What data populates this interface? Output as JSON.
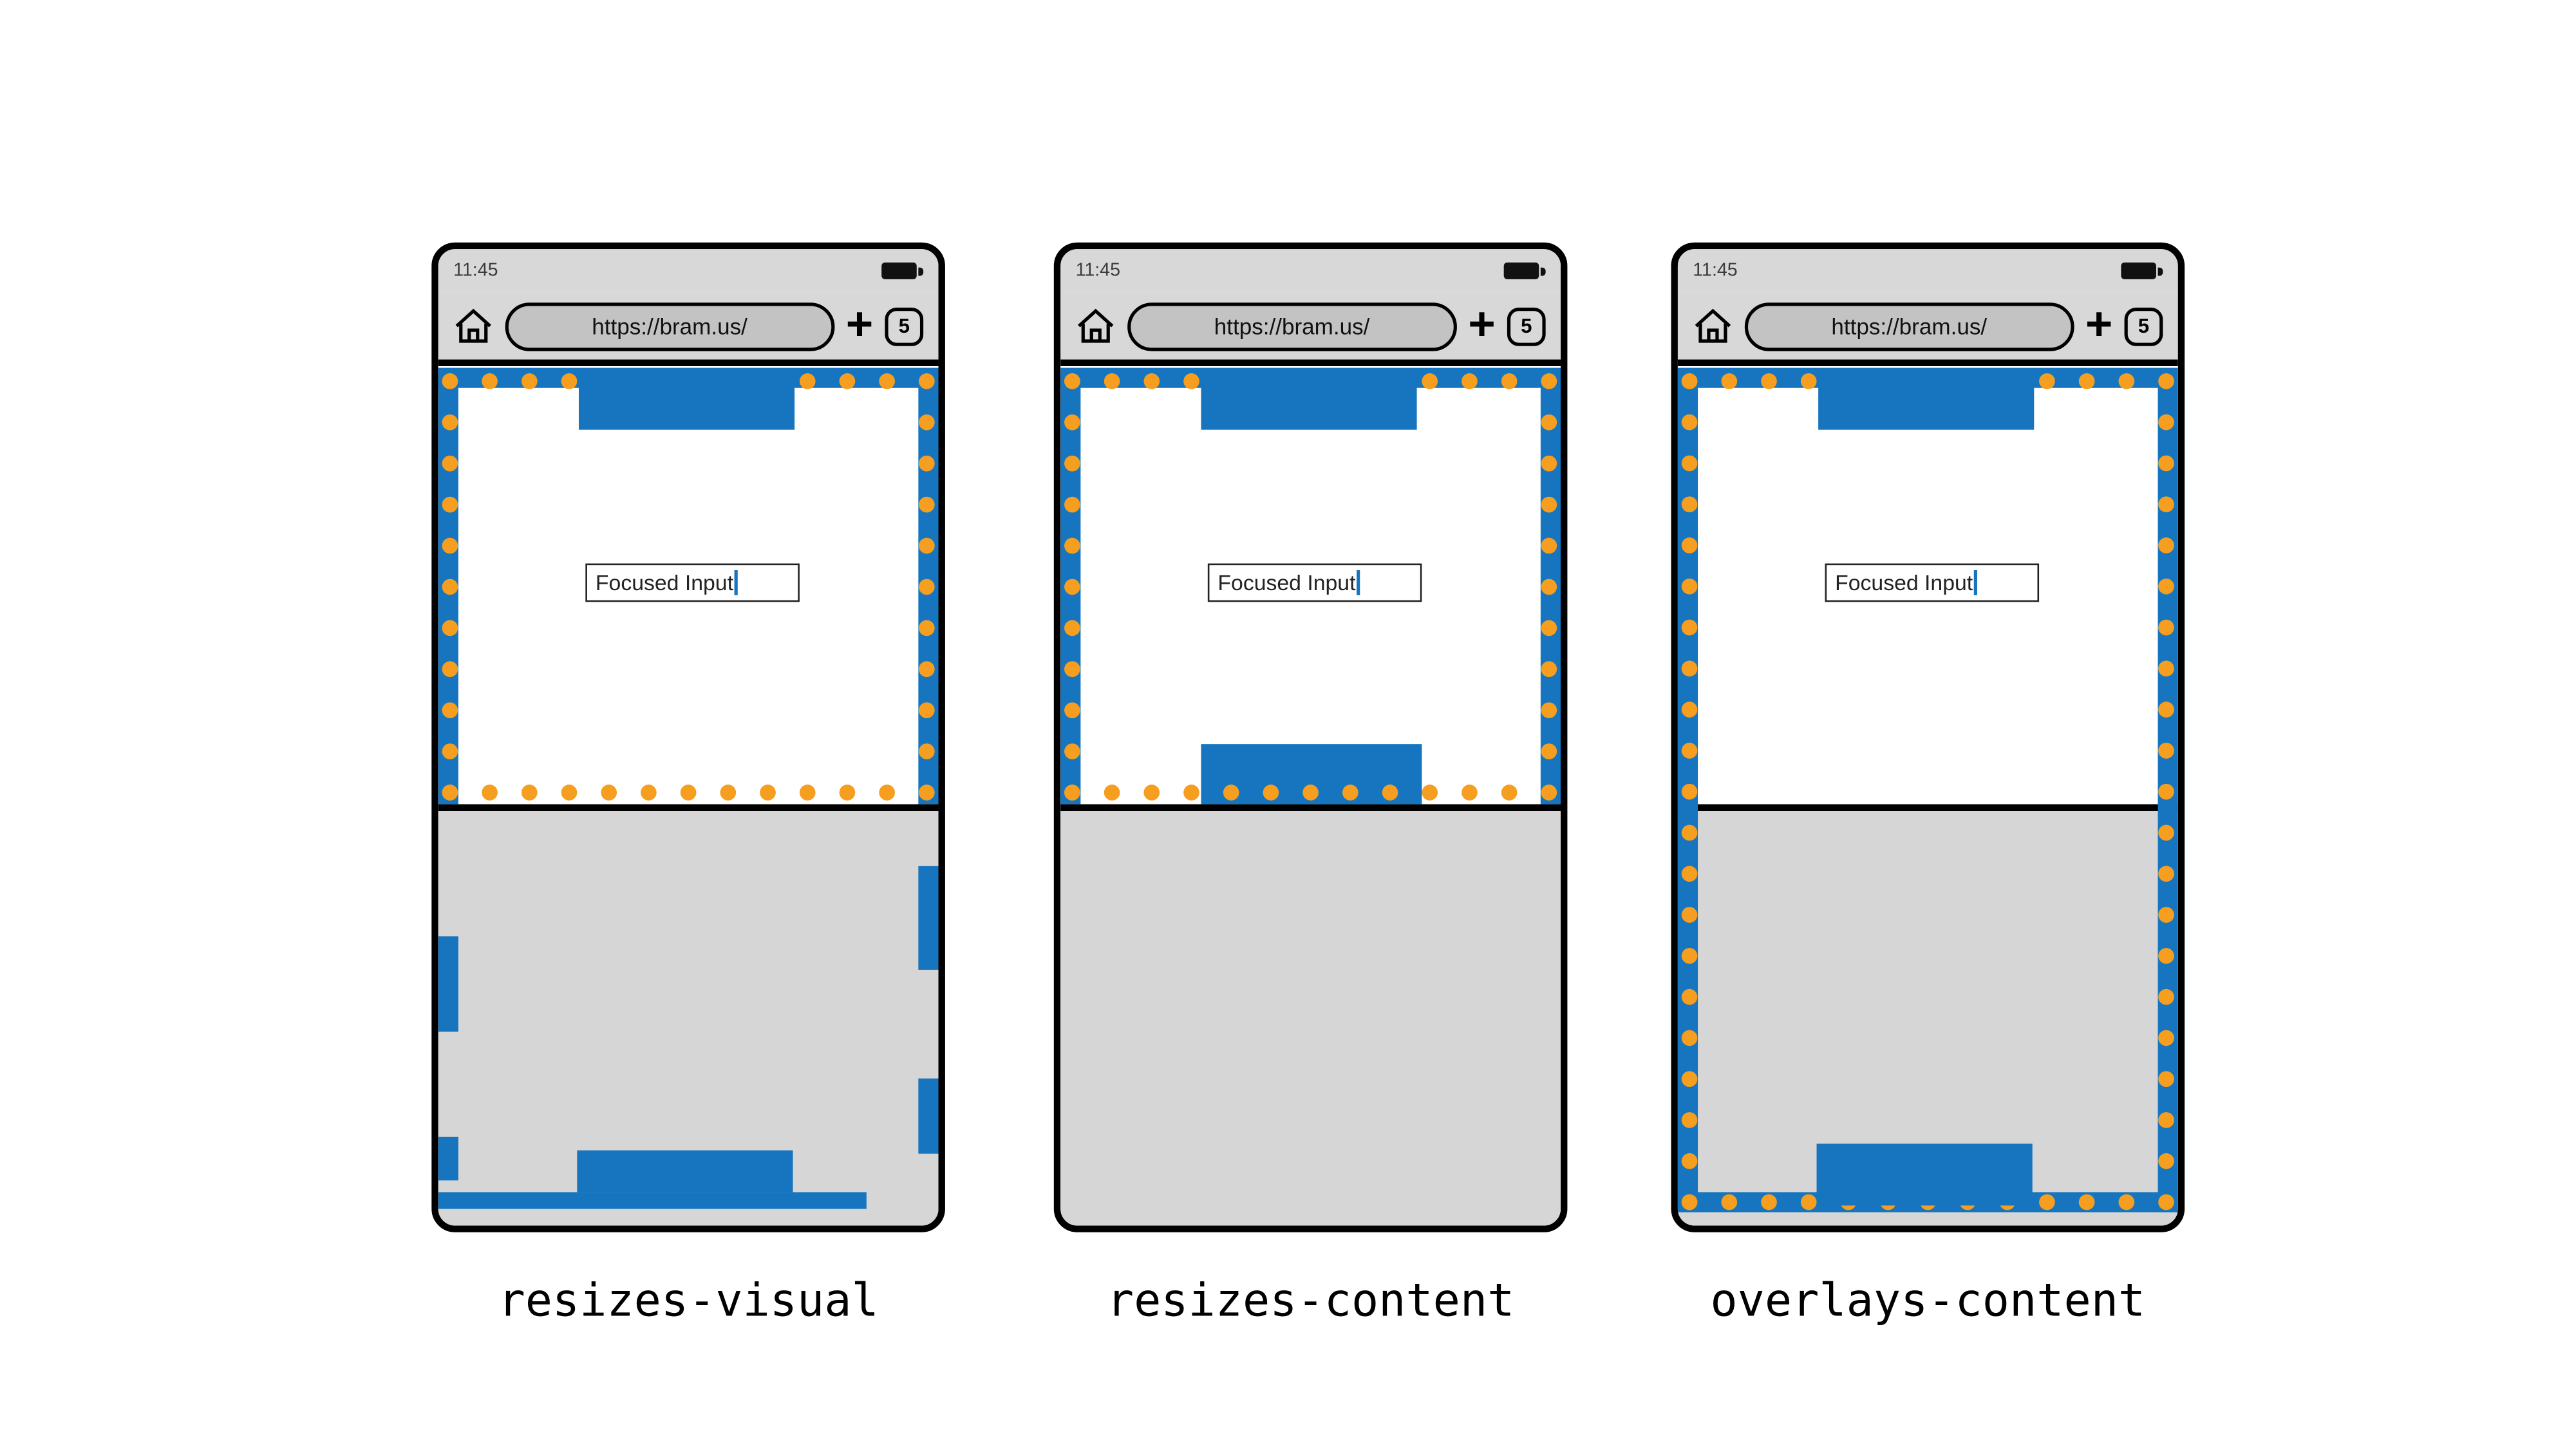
{
  "colors": {
    "blue": "#1675BE",
    "orange": "#F59E1F",
    "chrome_gray": "#D8D8D8",
    "keyboard_gray": "#D6D6D6",
    "pill_gray": "#C3C3C3"
  },
  "chrome": {
    "plus_glyph": "+",
    "icons": {
      "home": "home-icon",
      "new_tab": "plus-icon",
      "battery": "battery-full-icon"
    }
  },
  "phones": [
    {
      "label": "resizes-visual",
      "status_time": "11:45",
      "url": "https://bram.us/",
      "tab_count": "5",
      "input_value": "Focused Input"
    },
    {
      "label": "resizes-content",
      "status_time": "11:45",
      "url": "https://bram.us/",
      "tab_count": "5",
      "input_value": "Focused Input"
    },
    {
      "label": "overlays-content",
      "status_time": "11:45",
      "url": "https://bram.us/",
      "tab_count": "5",
      "input_value": "Focused Input"
    }
  ]
}
